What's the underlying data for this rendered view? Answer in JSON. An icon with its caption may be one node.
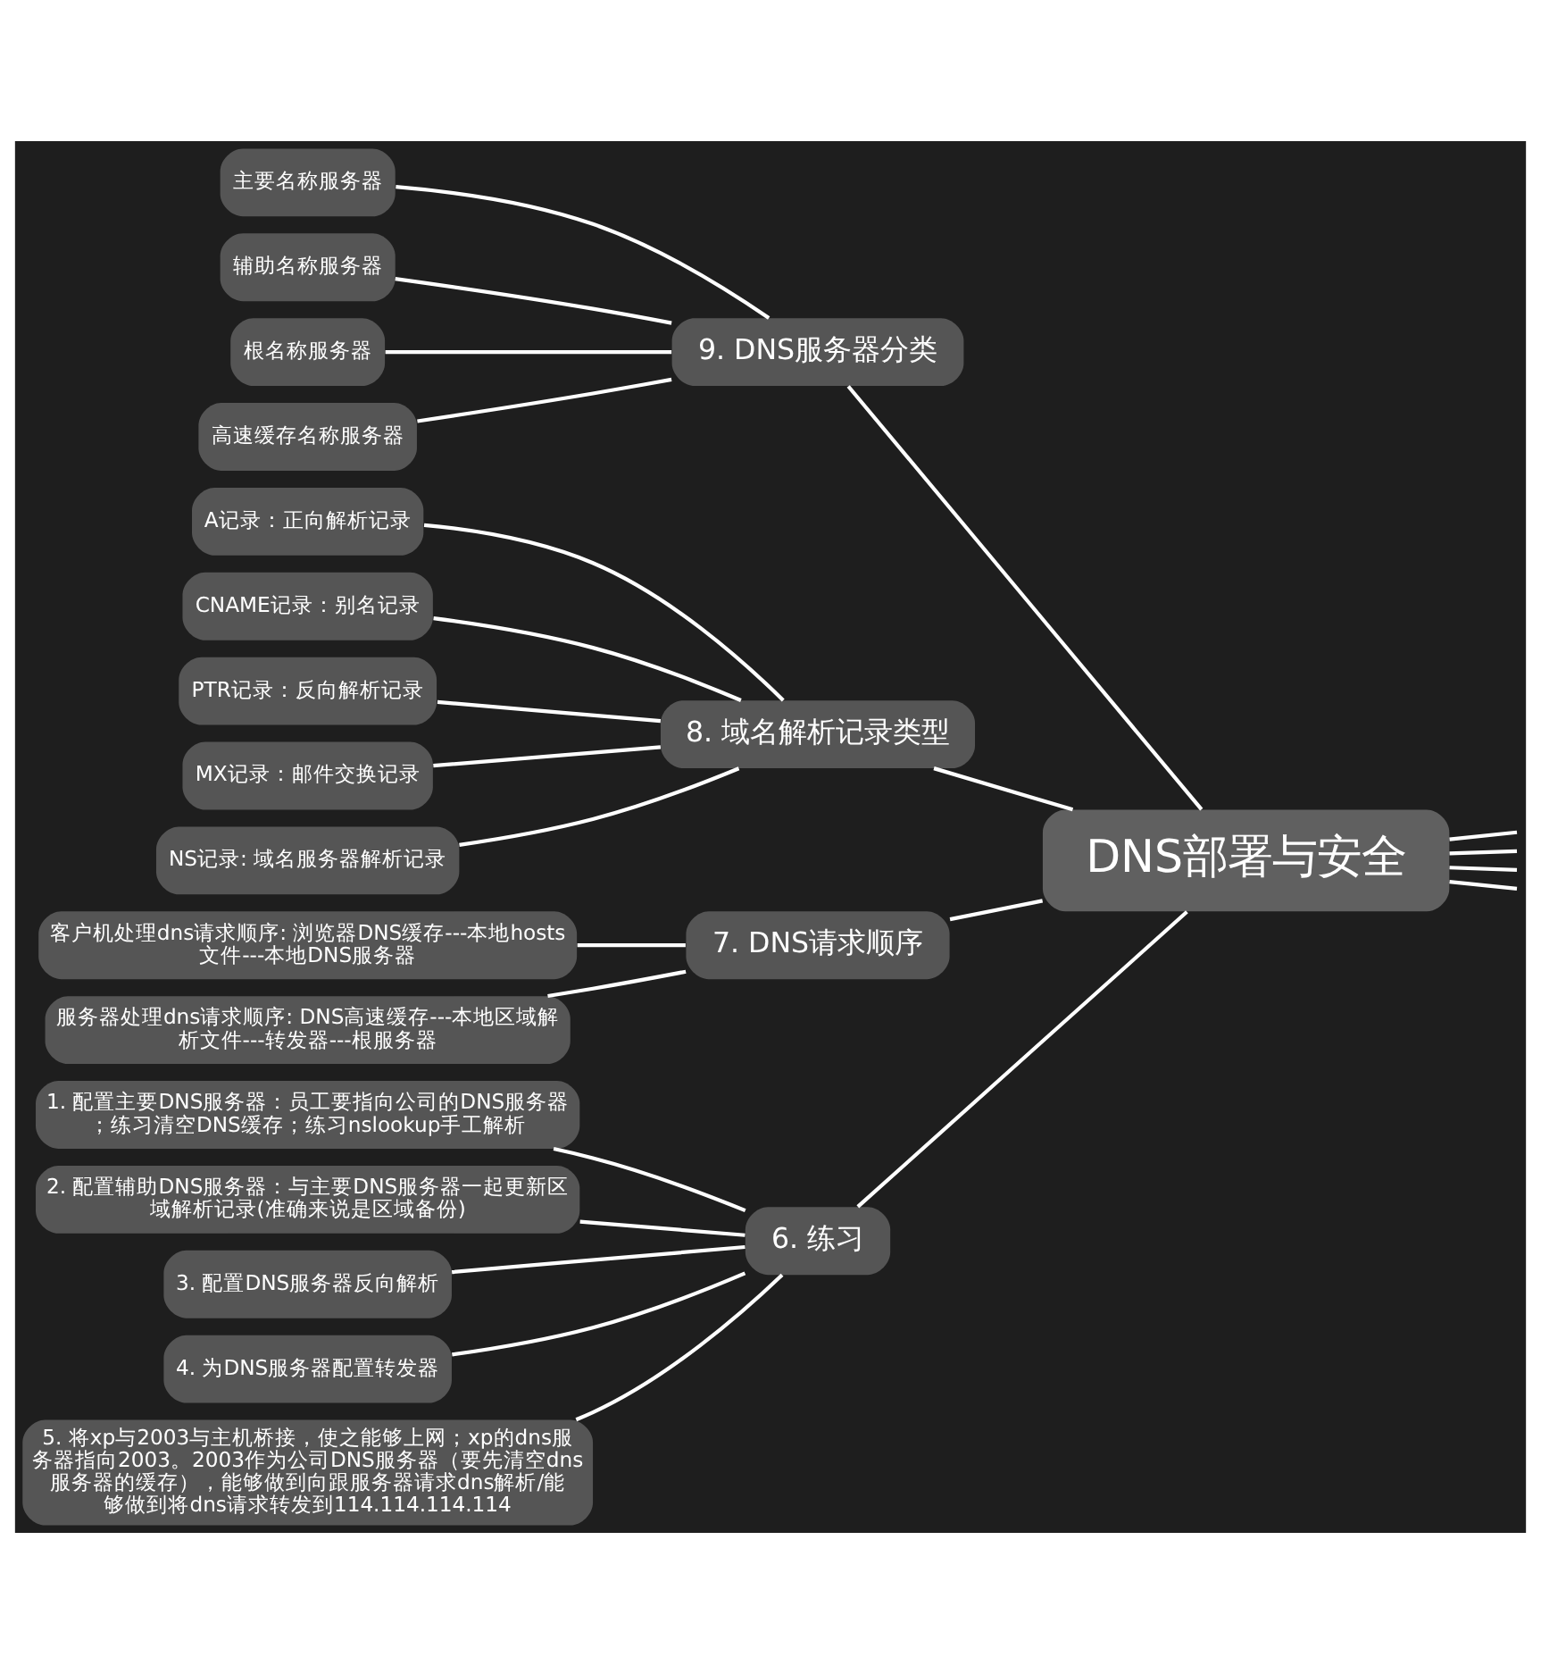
{
  "diagram": {
    "nodes": [
      {
        "text": [
          "DNS部署与安全"
        ]
      },
      {
        "text": [
          "9. DNS服务器分类"
        ]
      },
      {
        "text": [
          "主要名称服务器"
        ]
      },
      {
        "text": [
          "辅助名称服务器"
        ]
      },
      {
        "text": [
          "根名称服务器"
        ]
      },
      {
        "text": [
          "高速缓存名称服务器"
        ]
      },
      {
        "text": [
          "8. 域名解析记录类型"
        ]
      },
      {
        "text": [
          "A记录：正向解析记录"
        ]
      },
      {
        "text": [
          "CNAME记录：别名记录"
        ]
      },
      {
        "text": [
          "PTR记录：反向解析记录"
        ]
      },
      {
        "text": [
          "MX记录：邮件交换记录"
        ]
      },
      {
        "text": [
          "NS记录: 域名服务器解析记录"
        ]
      },
      {
        "text": [
          "7. DNS请求顺序"
        ]
      },
      {
        "text": [
          "客户机处理dns请求顺序: 浏览器DNS缓存---本地hosts文件---本地DNS服务器"
        ]
      },
      {
        "text": [
          "服务器处理dns请求顺序: DNS高速缓存---本地区域解析文件---转发器---根服务器"
        ]
      },
      {
        "text": [
          "6. 练习"
        ]
      },
      {
        "text": [
          "1. 配置主要DNS服务器：员工要指向公司的DNS服务器；练习清空DNS缓存；练习nslookup手工解析"
        ]
      },
      {
        "text": [
          "2. 配置辅助DNS服务器：与主要DNS服务器一起更新区域解析记录(准确来说是区域备份)"
        ]
      },
      {
        "text": [
          "3. 配置DNS服务器反向解析"
        ]
      },
      {
        "text": [
          "4. 为DNS服务器配置转发器"
        ]
      },
      {
        "text": [
          "5. 将xp与2003与主机桥接，使之能够上网；xp的dns服务器指向2003。2003作为公司DNS服务器（要先清空dns服务器的缓存），能够做到向跟服务器请求dns解析/能够做到将dns请求转发到114.114.114.114"
        ]
      }
    ],
    "edges": [
      {
        "from": 0,
        "to": 1,
        "arrow": "none"
      },
      {
        "from": 1,
        "to": 2,
        "arrow": "none"
      },
      {
        "from": 1,
        "to": 3,
        "arrow": "none"
      },
      {
        "from": 1,
        "to": 4,
        "arrow": "none"
      },
      {
        "from": 1,
        "to": 5,
        "arrow": "none"
      },
      {
        "from": 0,
        "to": 6,
        "arrow": "none"
      },
      {
        "from": 6,
        "to": 7,
        "arrow": "none"
      },
      {
        "from": 6,
        "to": 8,
        "arrow": "none"
      },
      {
        "from": 6,
        "to": 9,
        "arrow": "none"
      },
      {
        "from": 6,
        "to": 10,
        "arrow": "none"
      },
      {
        "from": 6,
        "to": 11,
        "arrow": "none"
      },
      {
        "from": 0,
        "to": 12,
        "arrow": "none"
      },
      {
        "from": 12,
        "to": 13,
        "arrow": "none"
      },
      {
        "from": 12,
        "to": 14,
        "arrow": "none"
      },
      {
        "from": 0,
        "to": 15,
        "arrow": "none"
      },
      {
        "from": 15,
        "to": 16,
        "arrow": "none"
      },
      {
        "from": 15,
        "to": 17,
        "arrow": "none"
      },
      {
        "from": 15,
        "to": 18,
        "arrow": "none"
      },
      {
        "from": 15,
        "to": 19,
        "arrow": "none"
      },
      {
        "from": 15,
        "to": 20,
        "arrow": "none"
      },
      {
        "from": 0,
        "to": null,
        "arrow": "none"
      },
      {
        "from": 0,
        "to": null,
        "arrow": "none"
      },
      {
        "from": 0,
        "to": null,
        "arrow": "none"
      },
      {
        "from": 0,
        "to": null,
        "arrow": "none"
      }
    ]
  }
}
